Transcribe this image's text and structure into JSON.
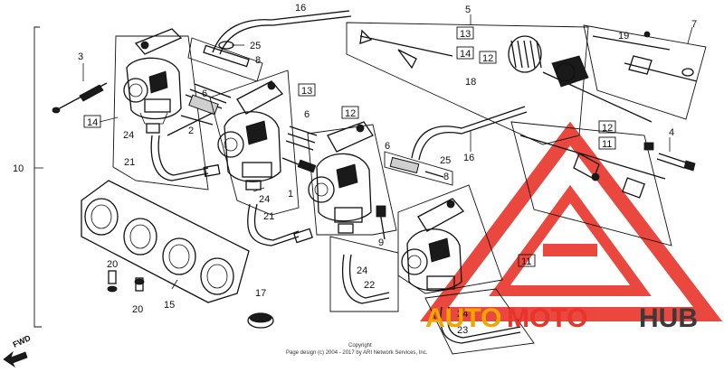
{
  "diagram": {
    "callouts": [
      {
        "id": "c16a",
        "text": "16"
      },
      {
        "id": "c5",
        "text": "5"
      },
      {
        "id": "c7",
        "text": "7"
      },
      {
        "id": "c3",
        "text": "3"
      },
      {
        "id": "c25a",
        "text": "25"
      },
      {
        "id": "c8a",
        "text": "8"
      },
      {
        "id": "c13a",
        "text": "13"
      },
      {
        "id": "c13b",
        "text": "13"
      },
      {
        "id": "c14a",
        "text": "14"
      },
      {
        "id": "c14b",
        "text": "14"
      },
      {
        "id": "c12a",
        "text": "12"
      },
      {
        "id": "c12b",
        "text": "12"
      },
      {
        "id": "c12c",
        "text": "12"
      },
      {
        "id": "c19",
        "text": "19"
      },
      {
        "id": "c18",
        "text": "18"
      },
      {
        "id": "c6a",
        "text": "6"
      },
      {
        "id": "c6b",
        "text": "6"
      },
      {
        "id": "c6c",
        "text": "6"
      },
      {
        "id": "c2",
        "text": "2"
      },
      {
        "id": "c24a",
        "text": "24"
      },
      {
        "id": "c24b",
        "text": "24"
      },
      {
        "id": "c24c",
        "text": "24"
      },
      {
        "id": "c24d",
        "text": "24"
      },
      {
        "id": "c21a",
        "text": "21"
      },
      {
        "id": "c21b",
        "text": "21"
      },
      {
        "id": "c10",
        "text": "10"
      },
      {
        "id": "c1",
        "text": "1"
      },
      {
        "id": "c16b",
        "text": "16"
      },
      {
        "id": "c25b",
        "text": "25"
      },
      {
        "id": "c8b",
        "text": "8"
      },
      {
        "id": "c11a",
        "text": "11"
      },
      {
        "id": "c11b",
        "text": "11"
      },
      {
        "id": "c4",
        "text": "4"
      },
      {
        "id": "c9",
        "text": "9"
      },
      {
        "id": "c20a",
        "text": "20"
      },
      {
        "id": "c20b",
        "text": "20"
      },
      {
        "id": "c15",
        "text": "15"
      },
      {
        "id": "c17",
        "text": "17"
      },
      {
        "id": "c22",
        "text": "22"
      },
      {
        "id": "c23",
        "text": "23"
      }
    ],
    "fwd_label": "FWD",
    "copyright_line1": "Copyright",
    "copyright_line2": "Page design (c) 2004 - 2017 by ARI Network Services, Inc."
  },
  "watermark": {
    "word_auto": "AUTO",
    "word_moto": "MOTO",
    "word_hub": "HUB",
    "colors": {
      "auto": "#f2a400",
      "moto": "#e8342a",
      "hub": "#3a3a3a",
      "triangle": "#e8342a"
    }
  }
}
